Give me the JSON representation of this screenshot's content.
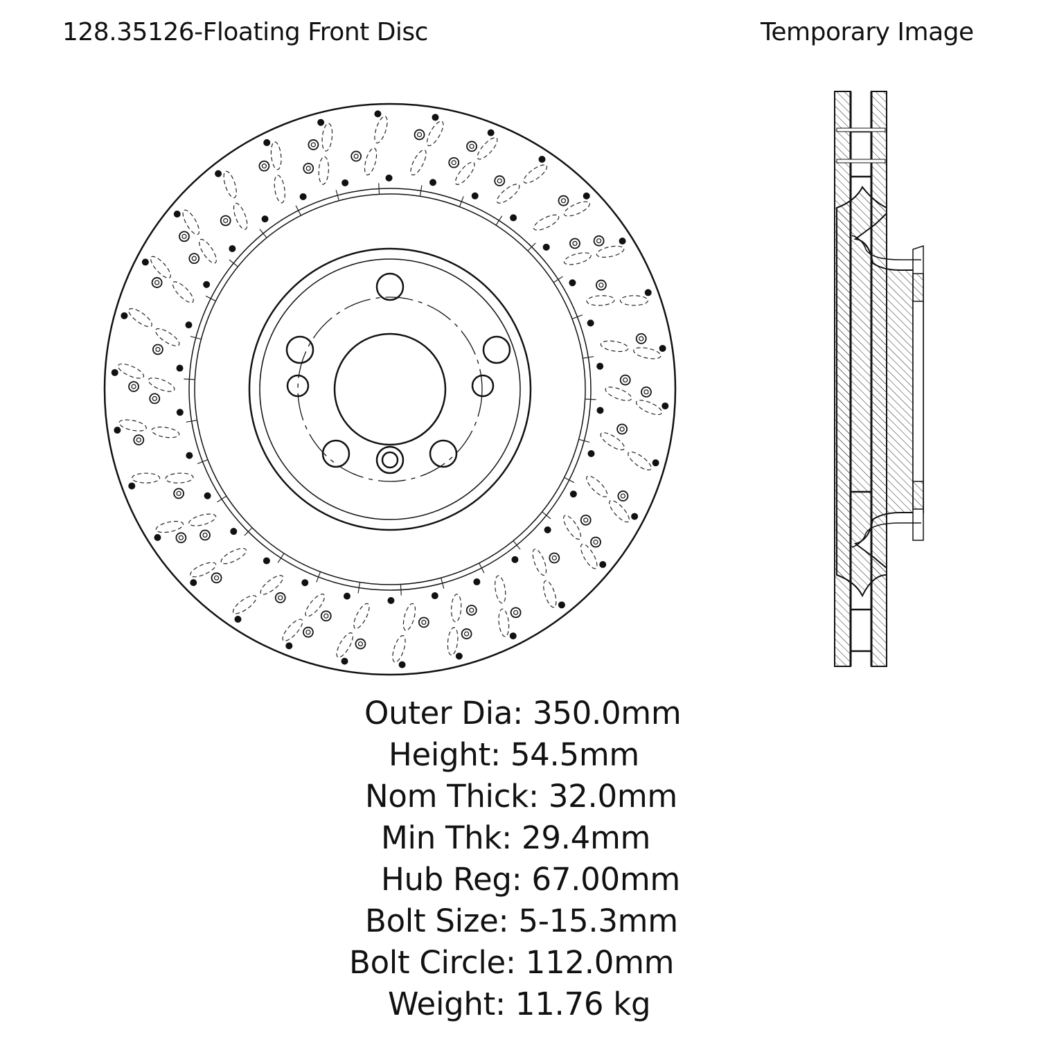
{
  "header": {
    "part_title": "128.35126-Floating Front Disc",
    "image_note": "Temporary Image"
  },
  "specs": [
    {
      "label": "Outer Dia:",
      "value": "350.0mm"
    },
    {
      "label": "Height:",
      "value": "54.5mm"
    },
    {
      "label": "Nom Thick:",
      "value": "32.0mm"
    },
    {
      "label": "Min Thk:",
      "value": "29.4mm"
    },
    {
      "label": "Hub Reg:",
      "value": "67.00mm"
    },
    {
      "label": "Bolt Size:",
      "value": "5-15.3mm"
    },
    {
      "label": "Bolt Circle:",
      "value": "112.0mm"
    },
    {
      "label": "Weight:",
      "value": "11.76 kg"
    }
  ],
  "colors": {
    "line": "#111111",
    "background": "#ffffff"
  }
}
